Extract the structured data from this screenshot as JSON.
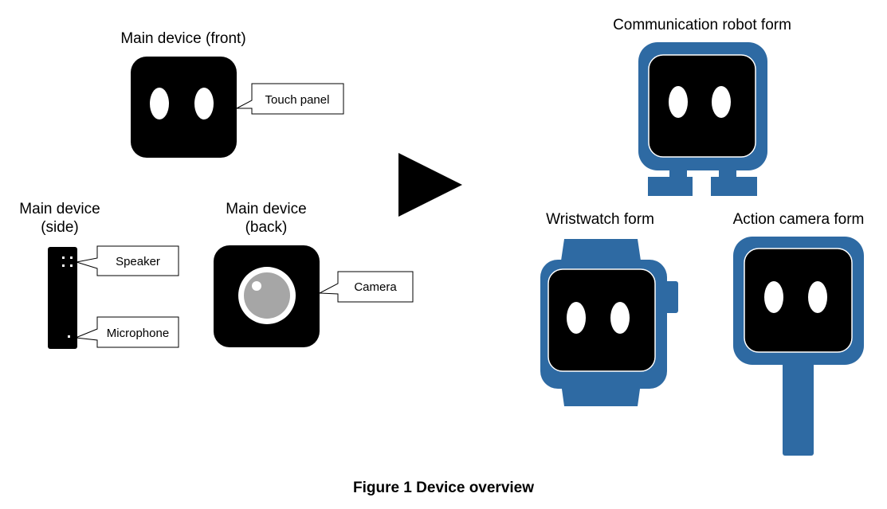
{
  "labels": {
    "front": "Main device (front)",
    "side_line1": "Main device",
    "side_line2": "(side)",
    "back_line1": "Main device",
    "back_line2": "(back)",
    "robot": "Communication  robot form",
    "wristwatch": "Wristwatch form",
    "action_camera": "Action camera form"
  },
  "callouts": {
    "touch_panel": "Touch panel",
    "speaker": "Speaker",
    "microphone": "Microphone",
    "camera": "Camera"
  },
  "caption": "Figure 1  Device overview",
  "colors": {
    "device_body": "#000000",
    "eyes": "#ffffff",
    "case_blue": "#2e6aa3",
    "lens_gray": "#a6a6a6"
  }
}
